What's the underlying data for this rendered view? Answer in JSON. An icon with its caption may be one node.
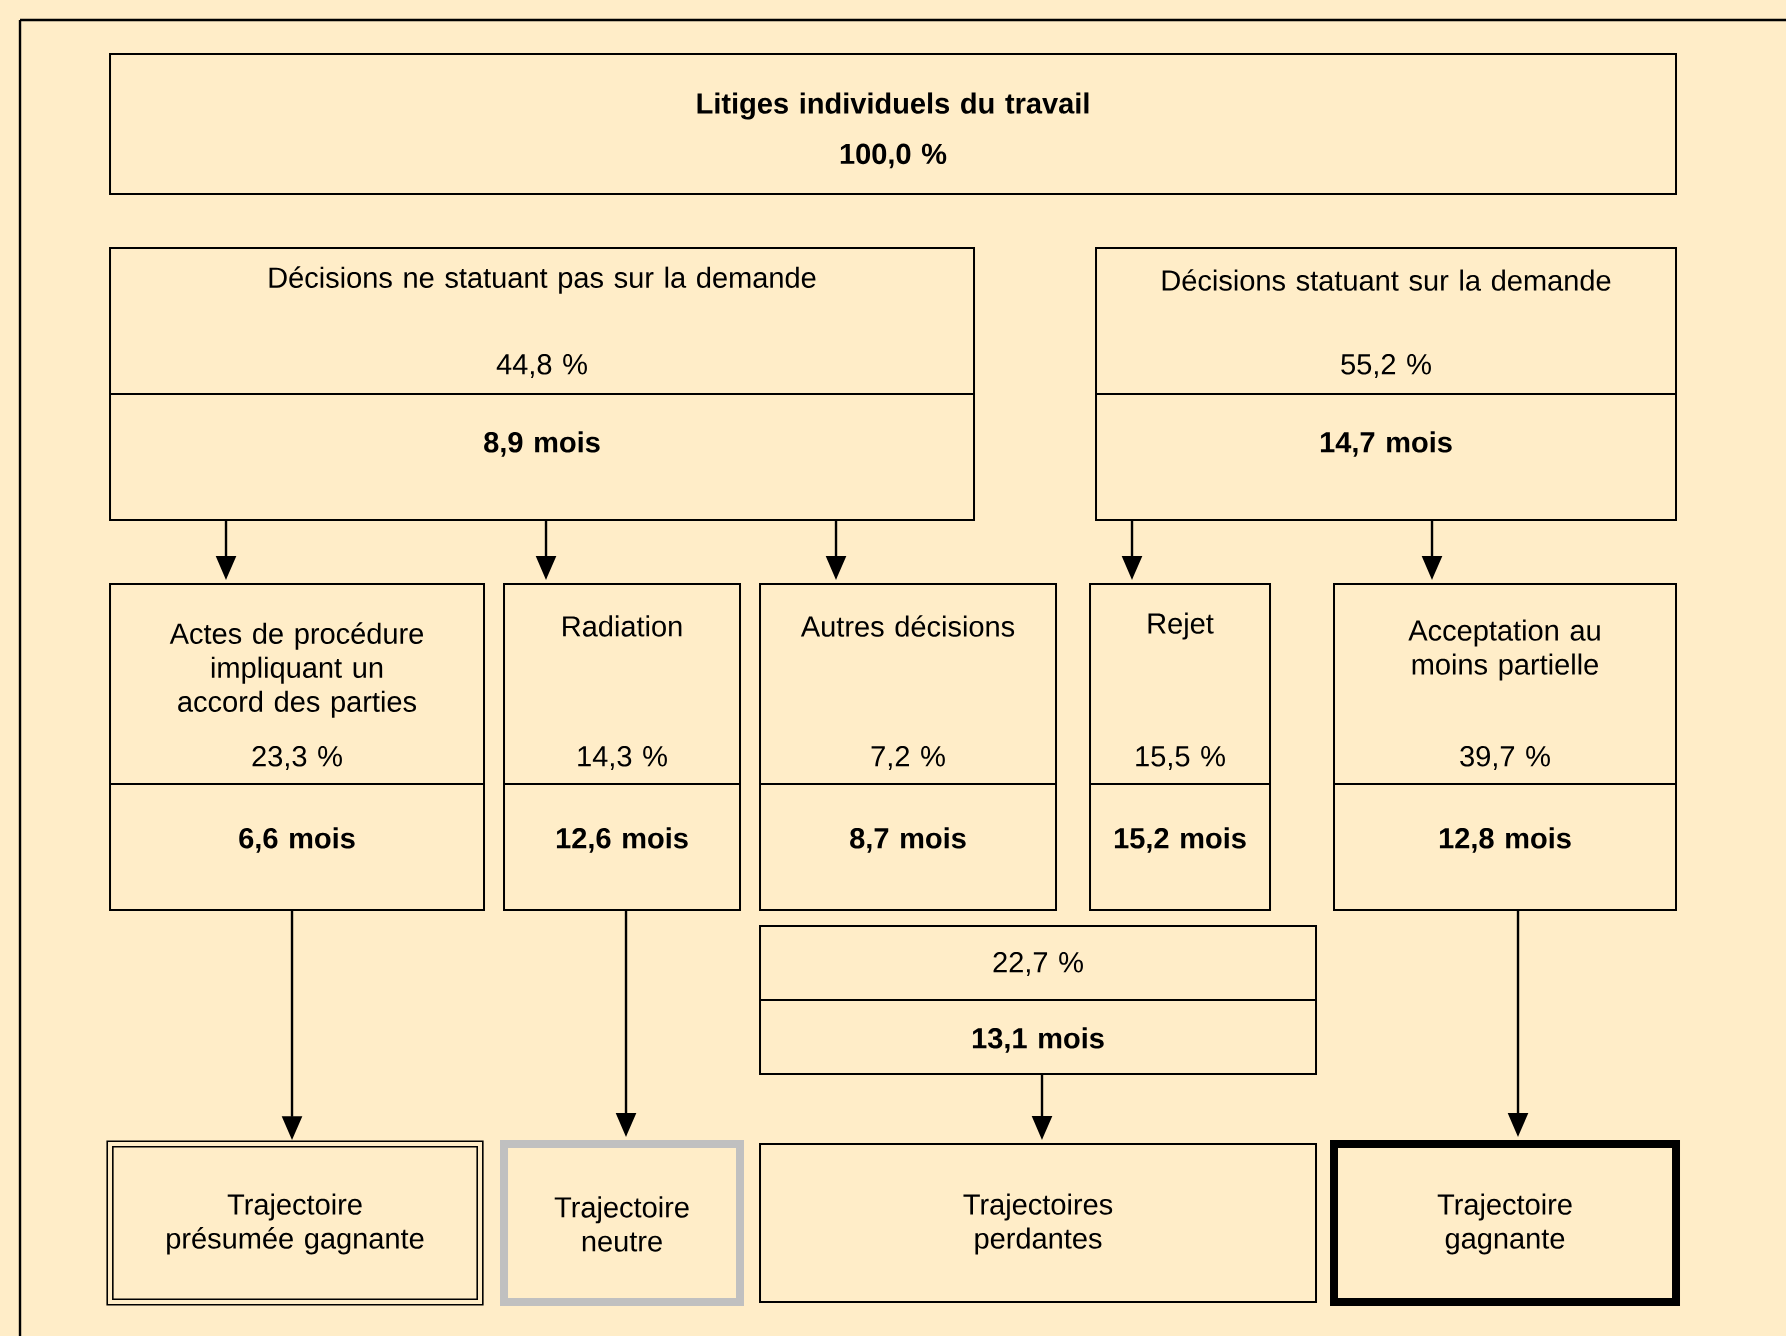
{
  "diagram": {
    "nodes": [
      {
        "text": [
          "Litiges individuels du travail",
          "100,0 %"
        ]
      },
      {
        "text": [
          "Décisions ne statuant pas sur la demande",
          "44,8 %",
          "8,9 mois"
        ]
      },
      {
        "text": [
          "Décisions statuant sur la demande",
          "55,2 %",
          "14,7 mois"
        ]
      },
      {
        "text": [
          "Actes de procédure impliquant un accord des parties",
          "23,3 %",
          "6,6 mois"
        ]
      },
      {
        "text": [
          "Radiation",
          "14,3 %",
          "12,6 mois"
        ]
      },
      {
        "text": [
          "Autres décisions",
          "7,2 %",
          "8,7 mois"
        ]
      },
      {
        "text": [
          "Rejet",
          "15,5 %",
          "15,2 mois"
        ]
      },
      {
        "text": [
          "Acceptation au moins partielle",
          "39,7 %",
          "12,8 mois"
        ]
      },
      {
        "text": [
          "22,7 %",
          "13,1 mois"
        ]
      },
      {
        "text": [
          "Trajectoire présumée gagnante"
        ]
      },
      {
        "text": [
          "Trajectoire neutre"
        ]
      },
      {
        "text": [
          "Trajectoires perdantes"
        ]
      },
      {
        "text": [
          "Trajectoire gagnante"
        ]
      }
    ],
    "edges": [
      {
        "from": 1,
        "to": 3,
        "arrow": "to"
      },
      {
        "from": 1,
        "to": 4,
        "arrow": "to"
      },
      {
        "from": 1,
        "to": 5,
        "arrow": "to"
      },
      {
        "from": 2,
        "to": 6,
        "arrow": "to"
      },
      {
        "from": 2,
        "to": 7,
        "arrow": "to"
      },
      {
        "from": 3,
        "to": 9,
        "arrow": "to"
      },
      {
        "from": 4,
        "to": 10,
        "arrow": "to"
      },
      {
        "from": 8,
        "to": 11,
        "arrow": "to"
      },
      {
        "from": 7,
        "to": 12,
        "arrow": "to"
      }
    ]
  }
}
